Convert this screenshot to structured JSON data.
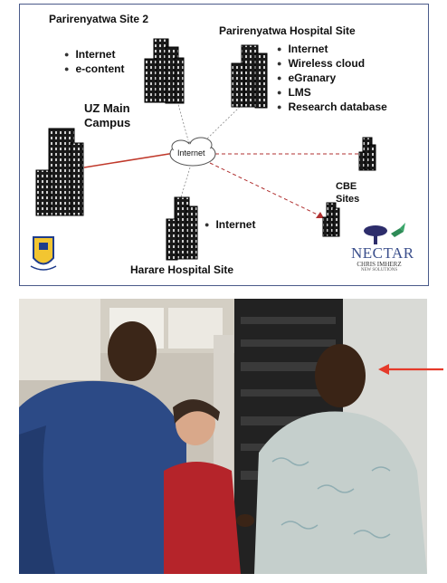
{
  "diagram": {
    "hub_label": "Internet",
    "sites": {
      "parirenyatwa_site2": {
        "title": "Parirenyatwa Site 2",
        "services": [
          "Internet",
          "e-content"
        ]
      },
      "parirenyatwa_hospital": {
        "title": "Parirenyatwa Hospital Site",
        "services": [
          "Internet",
          "Wireless cloud",
          "eGranary",
          "LMS",
          "Research database"
        ]
      },
      "uz_main": {
        "title_line1": "UZ Main",
        "title_line2": "Campus"
      },
      "cbe": {
        "title_line1": "CBE",
        "title_line2": "Sites"
      },
      "harare_hospital": {
        "title": "Harare Hospital Site",
        "services": [
          "Internet"
        ]
      }
    },
    "logo": {
      "name": "NECTAR",
      "subtitle": "CHRIS IMHERZ",
      "tagline": "NEW SOLUTIONS"
    },
    "colors": {
      "solid_link": "#c0392b",
      "dashed_link": "#b03030",
      "border": "#4a5a8a"
    }
  },
  "photo": {
    "arrow_color": "#e53a2a",
    "description_icon": "people-at-server-rack-photo"
  }
}
